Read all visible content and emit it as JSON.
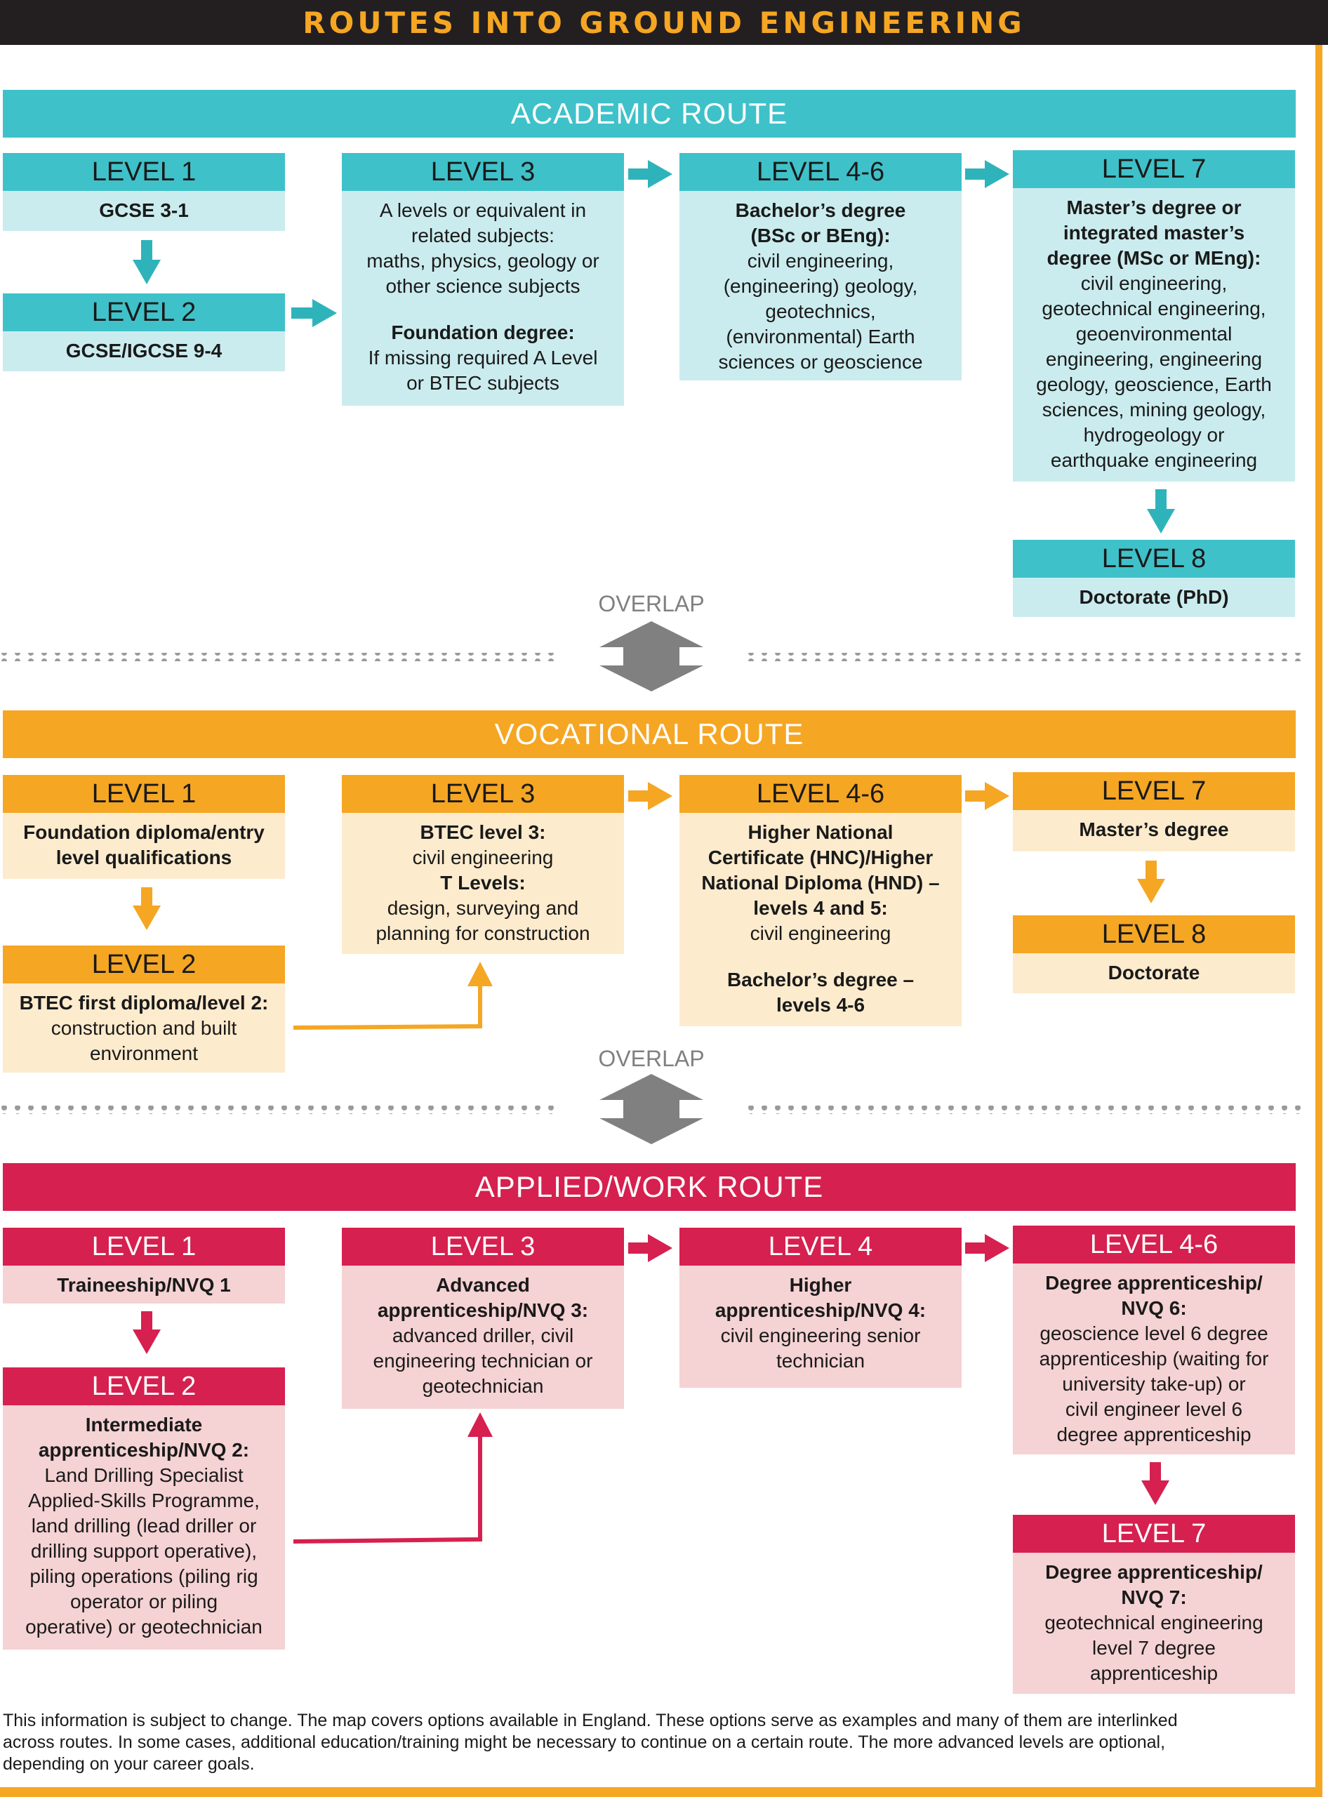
{
  "title": "ROUTES INTO GROUND ENGINEERING",
  "overlap_label": "OVERLAP",
  "colors": {
    "academic": "#3fc1c9",
    "vocational": "#f5a623",
    "work": "#d6204f"
  },
  "academic": {
    "title": "ACADEMIC ROUTE",
    "l1": {
      "level": "LEVEL 1",
      "lines": [
        {
          "t": "GCSE 3-1",
          "b": true
        }
      ]
    },
    "l2": {
      "level": "LEVEL 2",
      "lines": [
        {
          "t": "GCSE/IGCSE 9-4",
          "b": true
        }
      ]
    },
    "l3": {
      "level": "LEVEL 3",
      "lines": [
        {
          "t": "A levels or equivalent in",
          "b": false
        },
        {
          "t": "related subjects:",
          "b": false
        },
        {
          "t": "maths, physics, geology or",
          "b": false
        },
        {
          "t": "other science subjects",
          "b": false
        },
        {
          "t": "",
          "b": false
        },
        {
          "t": "Foundation degree:",
          "b": true
        },
        {
          "t": "If missing required A Level",
          "b": false
        },
        {
          "t": "or BTEC subjects",
          "b": false
        }
      ]
    },
    "l46": {
      "level": "LEVEL 4-6",
      "lines": [
        {
          "t": "Bachelor’s degree",
          "b": true
        },
        {
          "t": "(BSc or BEng):",
          "b": true
        },
        {
          "t": "civil engineering,",
          "b": false
        },
        {
          "t": "(engineering) geology,",
          "b": false
        },
        {
          "t": "geotechnics,",
          "b": false
        },
        {
          "t": "(environmental) Earth",
          "b": false
        },
        {
          "t": "sciences or geoscience",
          "b": false
        }
      ]
    },
    "l7": {
      "level": "LEVEL 7",
      "lines": [
        {
          "t": "Master’s degree or",
          "b": true
        },
        {
          "t": "integrated master’s",
          "b": true
        },
        {
          "t": "degree (MSc or MEng):",
          "b": true
        },
        {
          "t": "civil engineering,",
          "b": false
        },
        {
          "t": "geotechnical engineering,",
          "b": false
        },
        {
          "t": "geoenvironmental",
          "b": false
        },
        {
          "t": "engineering, engineering",
          "b": false
        },
        {
          "t": "geology, geoscience, Earth",
          "b": false
        },
        {
          "t": "sciences, mining geology,",
          "b": false
        },
        {
          "t": "hydrogeology or",
          "b": false
        },
        {
          "t": "earthquake engineering",
          "b": false
        }
      ]
    },
    "l8": {
      "level": "LEVEL 8",
      "lines": [
        {
          "t": "Doctorate (PhD)",
          "b": true
        }
      ]
    }
  },
  "vocational": {
    "title": "VOCATIONAL ROUTE",
    "l1": {
      "level": "LEVEL 1",
      "lines": [
        {
          "t": "Foundation diploma/entry",
          "b": true
        },
        {
          "t": "level qualifications",
          "b": true
        }
      ]
    },
    "l2": {
      "level": "LEVEL 2",
      "lines": [
        {
          "t": "BTEC first diploma/level 2:",
          "b": true
        },
        {
          "t": "construction and built",
          "b": false
        },
        {
          "t": "environment",
          "b": false
        }
      ]
    },
    "l3": {
      "level": "LEVEL 3",
      "lines": [
        {
          "t": "BTEC level 3:",
          "b": true
        },
        {
          "t": "civil engineering",
          "b": false
        },
        {
          "t": "T Levels:",
          "b": true
        },
        {
          "t": "design, surveying and",
          "b": false
        },
        {
          "t": "planning for construction",
          "b": false
        }
      ]
    },
    "l46": {
      "level": "LEVEL 4-6",
      "lines": [
        {
          "t": "Higher National",
          "b": true
        },
        {
          "t": "Certificate (HNC)/Higher",
          "b": true
        },
        {
          "t": "National Diploma (HND) –",
          "b": true
        },
        {
          "t": "levels 4 and 5:",
          "b": true
        },
        {
          "t": "civil engineering",
          "b": false
        },
        {
          "t": "",
          "b": false
        },
        {
          "t": "Bachelor’s degree –",
          "b": true
        },
        {
          "t": "levels 4-6",
          "b": true
        }
      ]
    },
    "l7": {
      "level": "LEVEL 7",
      "lines": [
        {
          "t": "Master’s degree",
          "b": true
        }
      ]
    },
    "l8": {
      "level": "LEVEL 8",
      "lines": [
        {
          "t": "Doctorate",
          "b": true
        }
      ]
    }
  },
  "work": {
    "title": "APPLIED/WORK ROUTE",
    "l1": {
      "level": "LEVEL 1",
      "lines": [
        {
          "t": "Traineeship/NVQ 1",
          "b": true
        }
      ]
    },
    "l2": {
      "level": "LEVEL 2",
      "lines": [
        {
          "t": "Intermediate",
          "b": true
        },
        {
          "t": "apprenticeship/NVQ 2:",
          "b": true
        },
        {
          "t": "Land Drilling Specialist",
          "b": false
        },
        {
          "t": "Applied-Skills Programme,",
          "b": false
        },
        {
          "t": "land drilling (lead driller or",
          "b": false
        },
        {
          "t": "drilling support operative),",
          "b": false
        },
        {
          "t": "piling operations (piling rig",
          "b": false
        },
        {
          "t": "operator or piling",
          "b": false
        },
        {
          "t": "operative) or geotechnician",
          "b": false
        }
      ]
    },
    "l3": {
      "level": "LEVEL 3",
      "lines": [
        {
          "t": "Advanced",
          "b": true
        },
        {
          "t": "apprenticeship/NVQ 3:",
          "b": true
        },
        {
          "t": "advanced driller, civil",
          "b": false
        },
        {
          "t": "engineering technician or",
          "b": false
        },
        {
          "t": "geotechnician",
          "b": false
        }
      ]
    },
    "l4": {
      "level": "LEVEL 4",
      "lines": [
        {
          "t": "Higher",
          "b": true
        },
        {
          "t": "apprenticeship/NVQ 4:",
          "b": true
        },
        {
          "t": "civil engineering senior",
          "b": false
        },
        {
          "t": "technician",
          "b": false
        }
      ]
    },
    "l46": {
      "level": "LEVEL 4-6",
      "lines": [
        {
          "t": "Degree apprenticeship/",
          "b": true
        },
        {
          "t": "NVQ 6:",
          "b": true
        },
        {
          "t": "geoscience level 6 degree",
          "b": false
        },
        {
          "t": "apprenticeship (waiting for",
          "b": false
        },
        {
          "t": "university take-up) or",
          "b": false
        },
        {
          "t": "civil engineer level 6",
          "b": false
        },
        {
          "t": "degree apprenticeship",
          "b": false
        }
      ]
    },
    "l7": {
      "level": "LEVEL 7",
      "lines": [
        {
          "t": "Degree apprenticeship/",
          "b": true
        },
        {
          "t": "NVQ 7:",
          "b": true
        },
        {
          "t": "geotechnical engineering",
          "b": false
        },
        {
          "t": "level 7 degree",
          "b": false
        },
        {
          "t": "apprenticeship",
          "b": false
        }
      ]
    }
  },
  "footer": [
    "This information is subject to change. The map covers options available in England. These options serve as examples and many of them are interlinked",
    "across routes. In some cases, additional education/training might be necessary to continue on a certain route. The more advanced levels are optional,",
    "depending on your career goals."
  ]
}
